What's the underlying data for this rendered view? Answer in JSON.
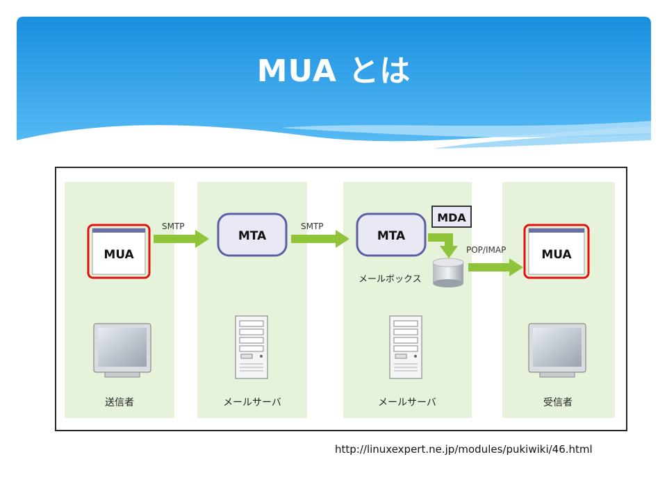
{
  "slide": {
    "title": "MUA とは",
    "source_url": "http://linuxexpert.ne.jp/modules/pukiwiki/46.html"
  },
  "colors": {
    "banner_top": "#1a8fe0",
    "banner_bottom": "#63c3f7",
    "column_bg": "#e6f2da",
    "arrow": "#8fc43a",
    "mta_border": "#5b5ea6",
    "mua_highlight": "#e01010"
  },
  "diagram": {
    "columns": [
      {
        "role": "sender",
        "app": "MUA",
        "device": "monitor-icon",
        "label": "送信者"
      },
      {
        "role": "mail-server",
        "app": "MTA",
        "device": "server-icon",
        "label": "メールサーバ"
      },
      {
        "role": "mail-server",
        "app": "MTA",
        "device": "server-icon",
        "label": "メールサーバ",
        "extra": "MDA",
        "storage": "メールボックス"
      },
      {
        "role": "receiver",
        "app": "MUA",
        "device": "monitor-icon",
        "label": "受信者"
      }
    ],
    "protocols": [
      "SMTP",
      "SMTP",
      "POP/IMAP"
    ]
  }
}
